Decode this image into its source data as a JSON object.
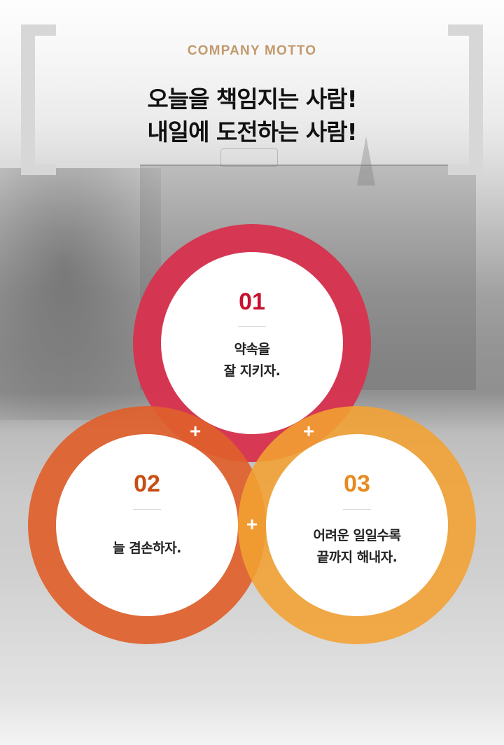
{
  "header": {
    "eyebrow": "COMPANY MOTTO",
    "headline_line1": "오늘을 책임지는 사람!",
    "headline_line2": "내일에 도전하는 사람!"
  },
  "mottos": [
    {
      "number": "01",
      "line1": "약속을",
      "line2": "잘 지키자.",
      "color": "#d7334f"
    },
    {
      "number": "02",
      "line1": "늘 겸손하자.",
      "line2": "",
      "color": "#df5f2b"
    },
    {
      "number": "03",
      "line1": "어려운 일일수록",
      "line2": "끝까지 해내자.",
      "color": "#f2a231"
    }
  ],
  "connectors": [
    "+",
    "+",
    "+"
  ],
  "colors": {
    "eyebrow": "#c29a6c",
    "number_1": "#c8102e",
    "number_2": "#c84e14",
    "number_3": "#e78a1f"
  }
}
